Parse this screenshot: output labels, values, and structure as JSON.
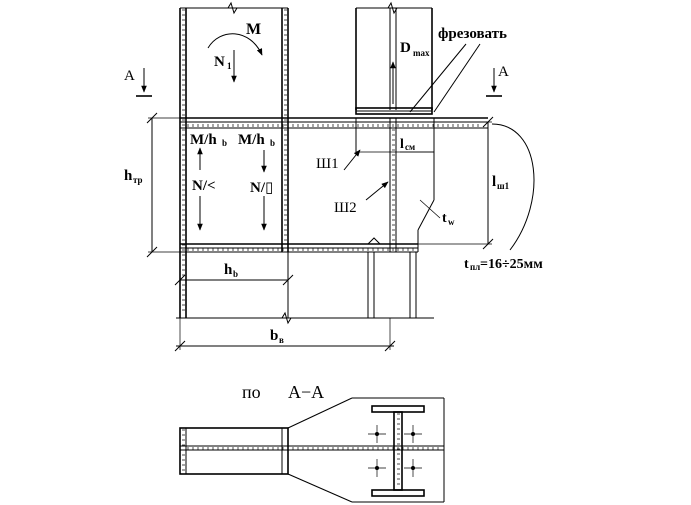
{
  "labels": {
    "m": "M",
    "n1": "N",
    "n1_sub": "1",
    "d": "D",
    "d_sub": "max",
    "milling": "фрезовать",
    "section_mark_left": "A",
    "section_mark_right": "A",
    "h_tr": "h",
    "h_tr_sub": "тр",
    "m_hb_left": "M/h",
    "m_hb_left_sub": "b",
    "m_hb_right": "M/h",
    "m_hb_right_sub": "b",
    "n_left": "N/<",
    "n_right": "N/▯",
    "weld1": "Ш1",
    "weld2": "Ш2",
    "l_sm": "l",
    "l_sm_sub": "см",
    "l_sh1": "l",
    "l_sh1_sub": "ш1",
    "t_w": "t",
    "t_w_sub": "w",
    "t_pl": "t",
    "t_pl_sub": "пл",
    "t_pl_value": "=16÷25мм",
    "h_b": "h",
    "h_b_sub": "b",
    "b_v": "b",
    "b_v_sub": "в",
    "section_title_prefix": "по",
    "section_title": "A−A"
  }
}
